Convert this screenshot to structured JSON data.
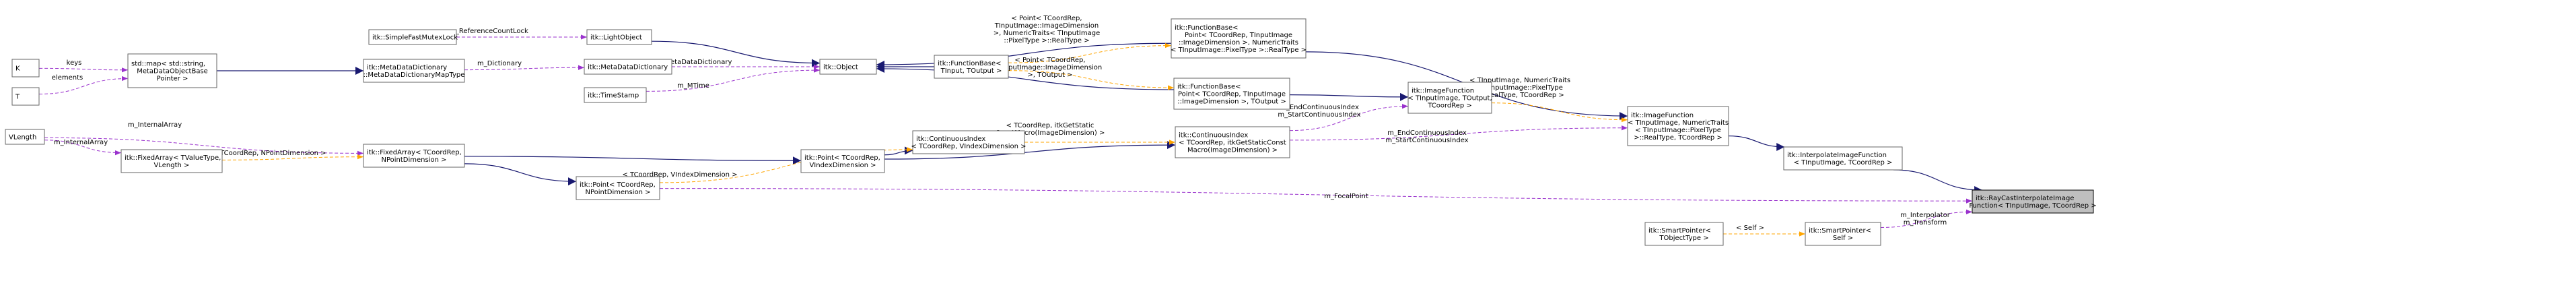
{
  "nodes": {
    "k": [
      "K"
    ],
    "t": [
      "T"
    ],
    "std_map": [
      "std::map< std::string,",
      "MetaDataObjectBase",
      "Pointer >"
    ],
    "simple_fast_mutex_lock": [
      "itk::SimpleFastMutexLock"
    ],
    "light_object": [
      "itk::LightObject"
    ],
    "meta_data_dictionary_typedef": [
      "itk::MetaDataDictionary",
      "::MetaDataDictionaryMapType"
    ],
    "meta_data_dictionary": [
      "itk::MetaDataDictionary"
    ],
    "time_stamp": [
      "itk::TimeStamp"
    ],
    "object": [
      "itk::Object"
    ],
    "function_base_generic": [
      "itk::FunctionBase<",
      "TInput, TOutput >"
    ],
    "function_base_point_image": [
      "itk::FunctionBase<",
      "Point< TCoordRep, TInputImage",
      "::ImageDimension >, NumericTraits",
      "< TInputImage::PixelType >::RealType >"
    ],
    "function_base_point_output": [
      "itk::FunctionBase<",
      "Point< TCoordRep, TInputImage",
      "::ImageDimension >, TOutput >"
    ],
    "image_function_generic": [
      "itk::ImageFunction",
      "< TInputImage, TOutput,",
      "TCoordRep >"
    ],
    "image_function_specific": [
      "itk::ImageFunction",
      "< TInputImage, NumericTraits",
      "< TInputImage::PixelType",
      ">::RealType, TCoordRep >"
    ],
    "interpolate_image_function": [
      "itk::InterpolateImageFunction",
      "< TInputImage, TCoordRep >"
    ],
    "vlength": [
      "VLength"
    ],
    "fixed_array_tvalue": [
      "itk::FixedArray< TValueType,",
      "VLength >"
    ],
    "fixed_array_tcoord": [
      "itk::FixedArray< TCoordRep,",
      "NPointDimension >"
    ],
    "point_vindex": [
      "itk::Point< TCoordRep,",
      "VIndexDimension >"
    ],
    "continuous_index_generic": [
      "itk::ContinuousIndex",
      "< TCoordRep, VIndexDimension >"
    ],
    "continuous_index_specific": [
      "itk::ContinuousIndex",
      "< TCoordRep, itkGetStaticConst",
      "Macro(ImageDimension) >"
    ],
    "point_npoint": [
      "itk::Point< TCoordRep,",
      "NPointDimension >"
    ],
    "ray_cast_interpolate": [
      "itk::RayCastInterpolateImage",
      "Function< TInputImage, TCoordRep >"
    ],
    "smart_pointer_generic": [
      "itk::SmartPointer<",
      "TObjectType >"
    ],
    "smart_pointer_self": [
      "itk::SmartPointer<",
      "Self >"
    ]
  },
  "edge_labels": {
    "keys": [
      "keys"
    ],
    "elements": [
      "elements"
    ],
    "reference_count_lock": [
      "m_ReferenceCountLock"
    ],
    "dictionary": [
      "m_Dictionary"
    ],
    "meta_data_dictionary": [
      "m_MetaDataDictionary"
    ],
    "mtime": [
      "m_MTime"
    ],
    "internal_array_a": [
      "m_InternalArray"
    ],
    "internal_array_b": [
      "m_InternalArray"
    ],
    "tcoord_npoint": [
      "< TCoordRep, NPointDimension >"
    ],
    "tcoord_vindex": [
      "< TCoordRep, VIndexDimension >"
    ],
    "getstatic": [
      "< TCoordRep, itkGetStatic",
      "ConstMacro(ImageDimension) >"
    ],
    "point_numeric": [
      "< Point< TCoordRep,",
      "TInputImage::ImageDimension",
      ">, NumericTraits< TInputImage",
      "::PixelType >::RealType >"
    ],
    "point_output": [
      "< Point< TCoordRep,",
      "TInputImage::ImageDimension",
      ">, TOutput >"
    ],
    "end_start_a": [
      "m_EndContinuousIndex",
      "m_StartContinuousIndex"
    ],
    "end_start_b": [
      "m_EndContinuousIndex",
      "m_StartContinuousIndex"
    ],
    "numeric_traits": [
      "< TInputImage, NumericTraits",
      "< TInputImage::PixelType",
      ">::RealType, TCoordRep >"
    ],
    "focal_point": [
      "m_FocalPoint"
    ],
    "interp_transform": [
      "m_Interpolator",
      "m_Transform"
    ],
    "self": [
      "< Self >"
    ]
  },
  "colors": {
    "inheritance": "#191970",
    "usage": "#9a32cd",
    "template": "#ffa500",
    "node_border": "#666666",
    "focus_fill": "#bfbfbf"
  }
}
